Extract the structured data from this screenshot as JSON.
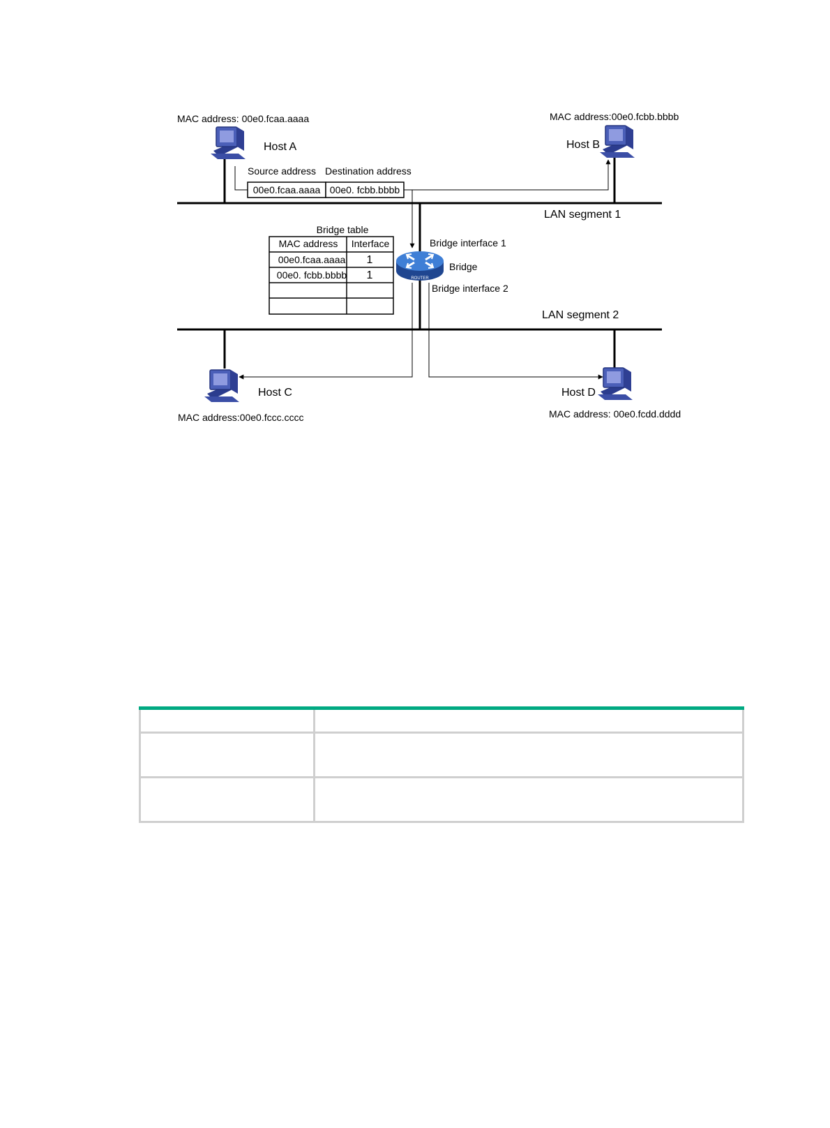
{
  "diagram": {
    "host_a": {
      "name": "Host A",
      "mac_label": "MAC address: 00e0.fcaa.aaaa"
    },
    "host_b": {
      "name": "Host B",
      "mac_label": "MAC address:00e0.fcbb.bbbb"
    },
    "host_c": {
      "name": "Host C",
      "mac_label": "MAC address:00e0.fccc.cccc"
    },
    "host_d": {
      "name": "Host D",
      "mac_label": "MAC address: 00e0.fcdd.dddd"
    },
    "frame": {
      "source_header": "Source address",
      "dest_header": "Destination address",
      "source_value": "00e0.fcaa.aaaa",
      "dest_value": "00e0. fcbb.bbbb"
    },
    "segments": {
      "segment1": "LAN segment 1",
      "segment2": "LAN segment 2"
    },
    "bridge": {
      "label": "Bridge",
      "interface1": "Bridge interface 1",
      "interface2": "Bridge interface 2",
      "device_text": "ROUTER"
    },
    "bridge_table": {
      "title": "Bridge table",
      "headers": [
        "MAC address",
        "Interface"
      ],
      "rows": [
        [
          "00e0.fcaa.aaaa",
          "1"
        ],
        [
          "00e0. fcbb.bbbb",
          "1"
        ],
        [
          "",
          ""
        ],
        [
          "",
          ""
        ]
      ]
    }
  },
  "grid_table": {
    "rows": [
      [
        "",
        ""
      ],
      [
        "",
        ""
      ],
      [
        "",
        ""
      ]
    ]
  },
  "colors": {
    "host_icon": "#3b4ea6",
    "router_icon": "#2f5fb0",
    "table_accent": "#01a982"
  }
}
